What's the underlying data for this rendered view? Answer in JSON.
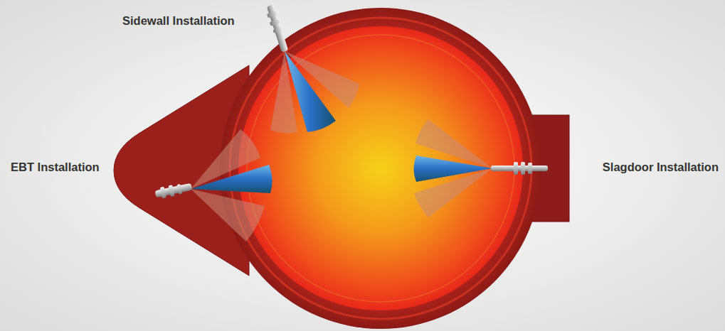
{
  "diagram": {
    "labels": [
      "Sidewall Installation",
      "EBT Installation",
      "Slagdoor Installation"
    ]
  }
}
